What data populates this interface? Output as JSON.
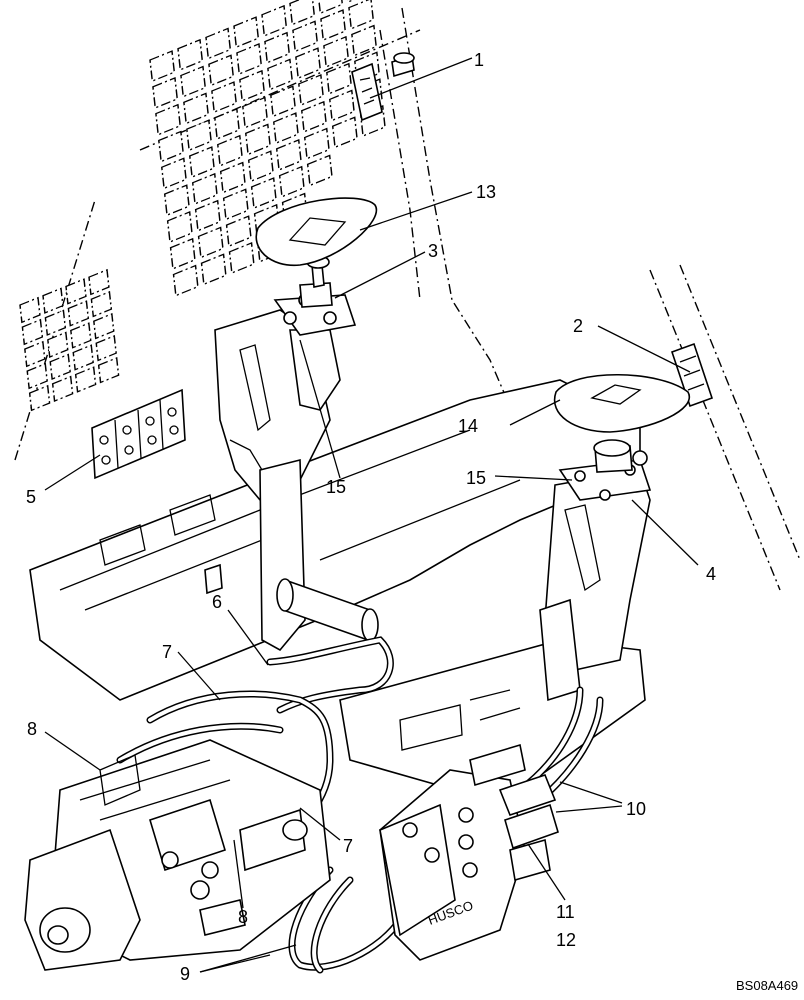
{
  "drawing_id": "BS08A469",
  "callouts": {
    "c1": "1",
    "c2": "2",
    "c3": "3",
    "c4": "4",
    "c5": "5",
    "c6": "6",
    "c7a": "7",
    "c7b": "7",
    "c8a": "8",
    "c8b": "8",
    "c9": "9",
    "c10": "10",
    "c11": "11",
    "c12": "12",
    "c13": "13",
    "c14": "14",
    "c15a": "15",
    "c15b": "15"
  },
  "pump_brand": "HUSCO"
}
